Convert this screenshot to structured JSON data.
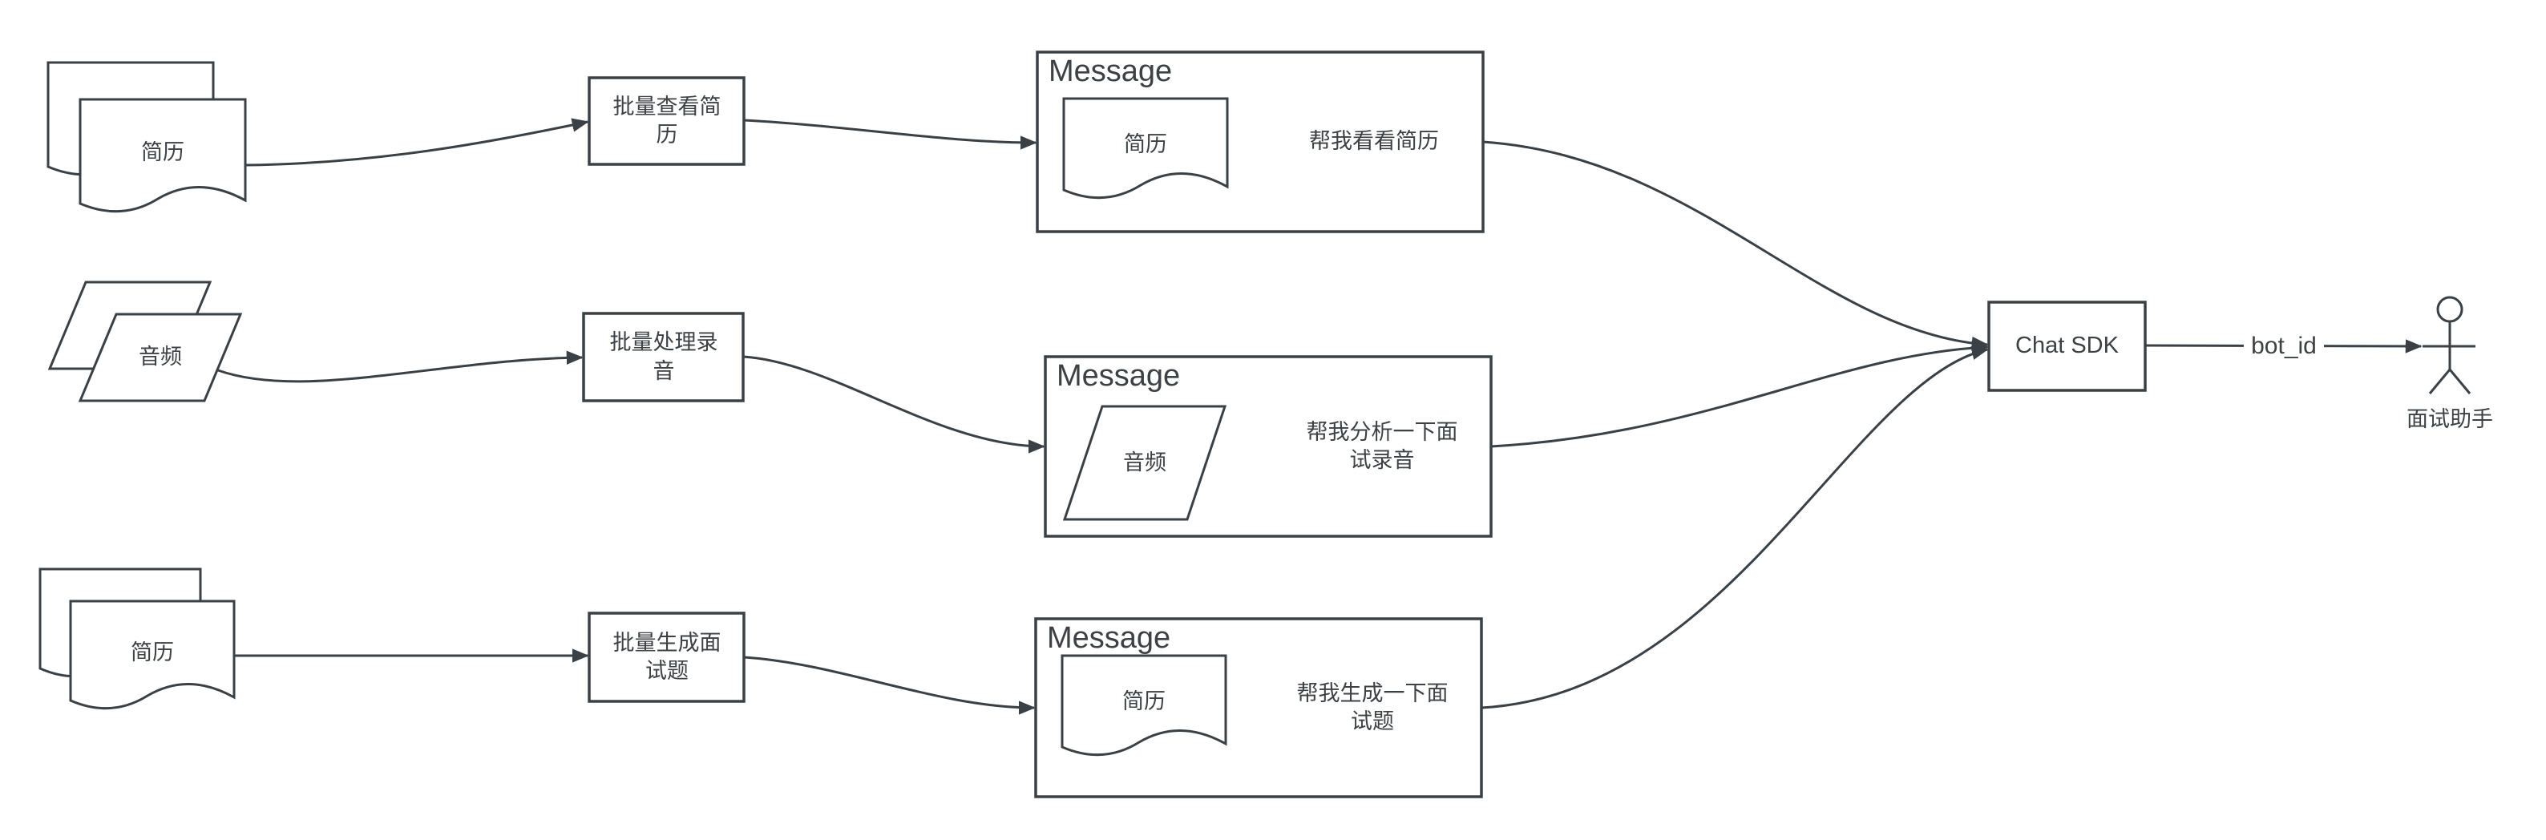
{
  "diagram": {
    "rows": [
      {
        "source_label": "简历",
        "process_label": "批量查看简历",
        "message_title": "Message",
        "attachment_label": "简历",
        "message_text": "帮我看看简历"
      },
      {
        "source_label": "音频",
        "process_label": "批量处理录音",
        "message_title": "Message",
        "attachment_label": "音频",
        "message_text": "帮我分析一下面试录音"
      },
      {
        "source_label": "简历",
        "process_label": "批量生成面试题",
        "message_title": "Message",
        "attachment_label": "简历",
        "message_text": "帮我生成一下面试题"
      }
    ],
    "sdk_label": "Chat SDK",
    "edge_label": "bot_id",
    "actor_label": "面试助手",
    "colors": {
      "stroke": "#3a4146",
      "text": "#3c4146",
      "background": "#ffffff"
    }
  }
}
